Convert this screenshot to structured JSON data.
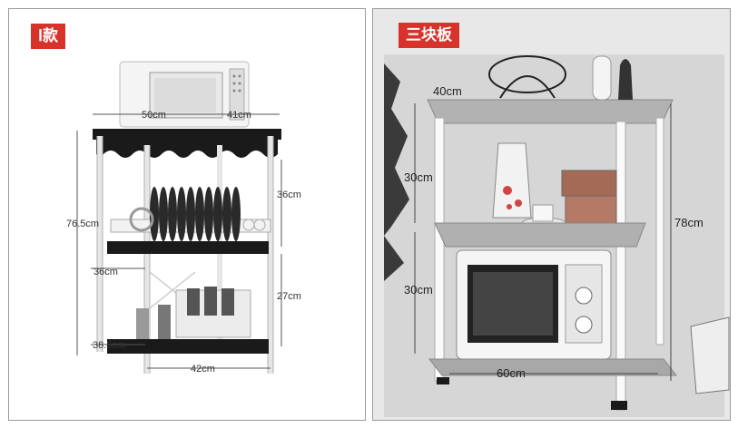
{
  "left_panel": {
    "tag": "Ⅰ款",
    "dims": {
      "w50": "50cm",
      "d41": "41cm",
      "h76": "76.5cm",
      "h36": "36cm",
      "d36": "36cm",
      "h27": "27cm",
      "d38": "38.5cm",
      "w42": "42cm"
    }
  },
  "right_panel": {
    "tag": "三块板",
    "dims": {
      "d40": "40cm",
      "h30a": "30cm",
      "h30b": "30cm",
      "h78": "78cm",
      "w60": "60cm"
    }
  },
  "colors": {
    "tag_bg": "#d8332a",
    "shelf_black": "#1a1a1a",
    "glass": "#b8b8b8"
  }
}
